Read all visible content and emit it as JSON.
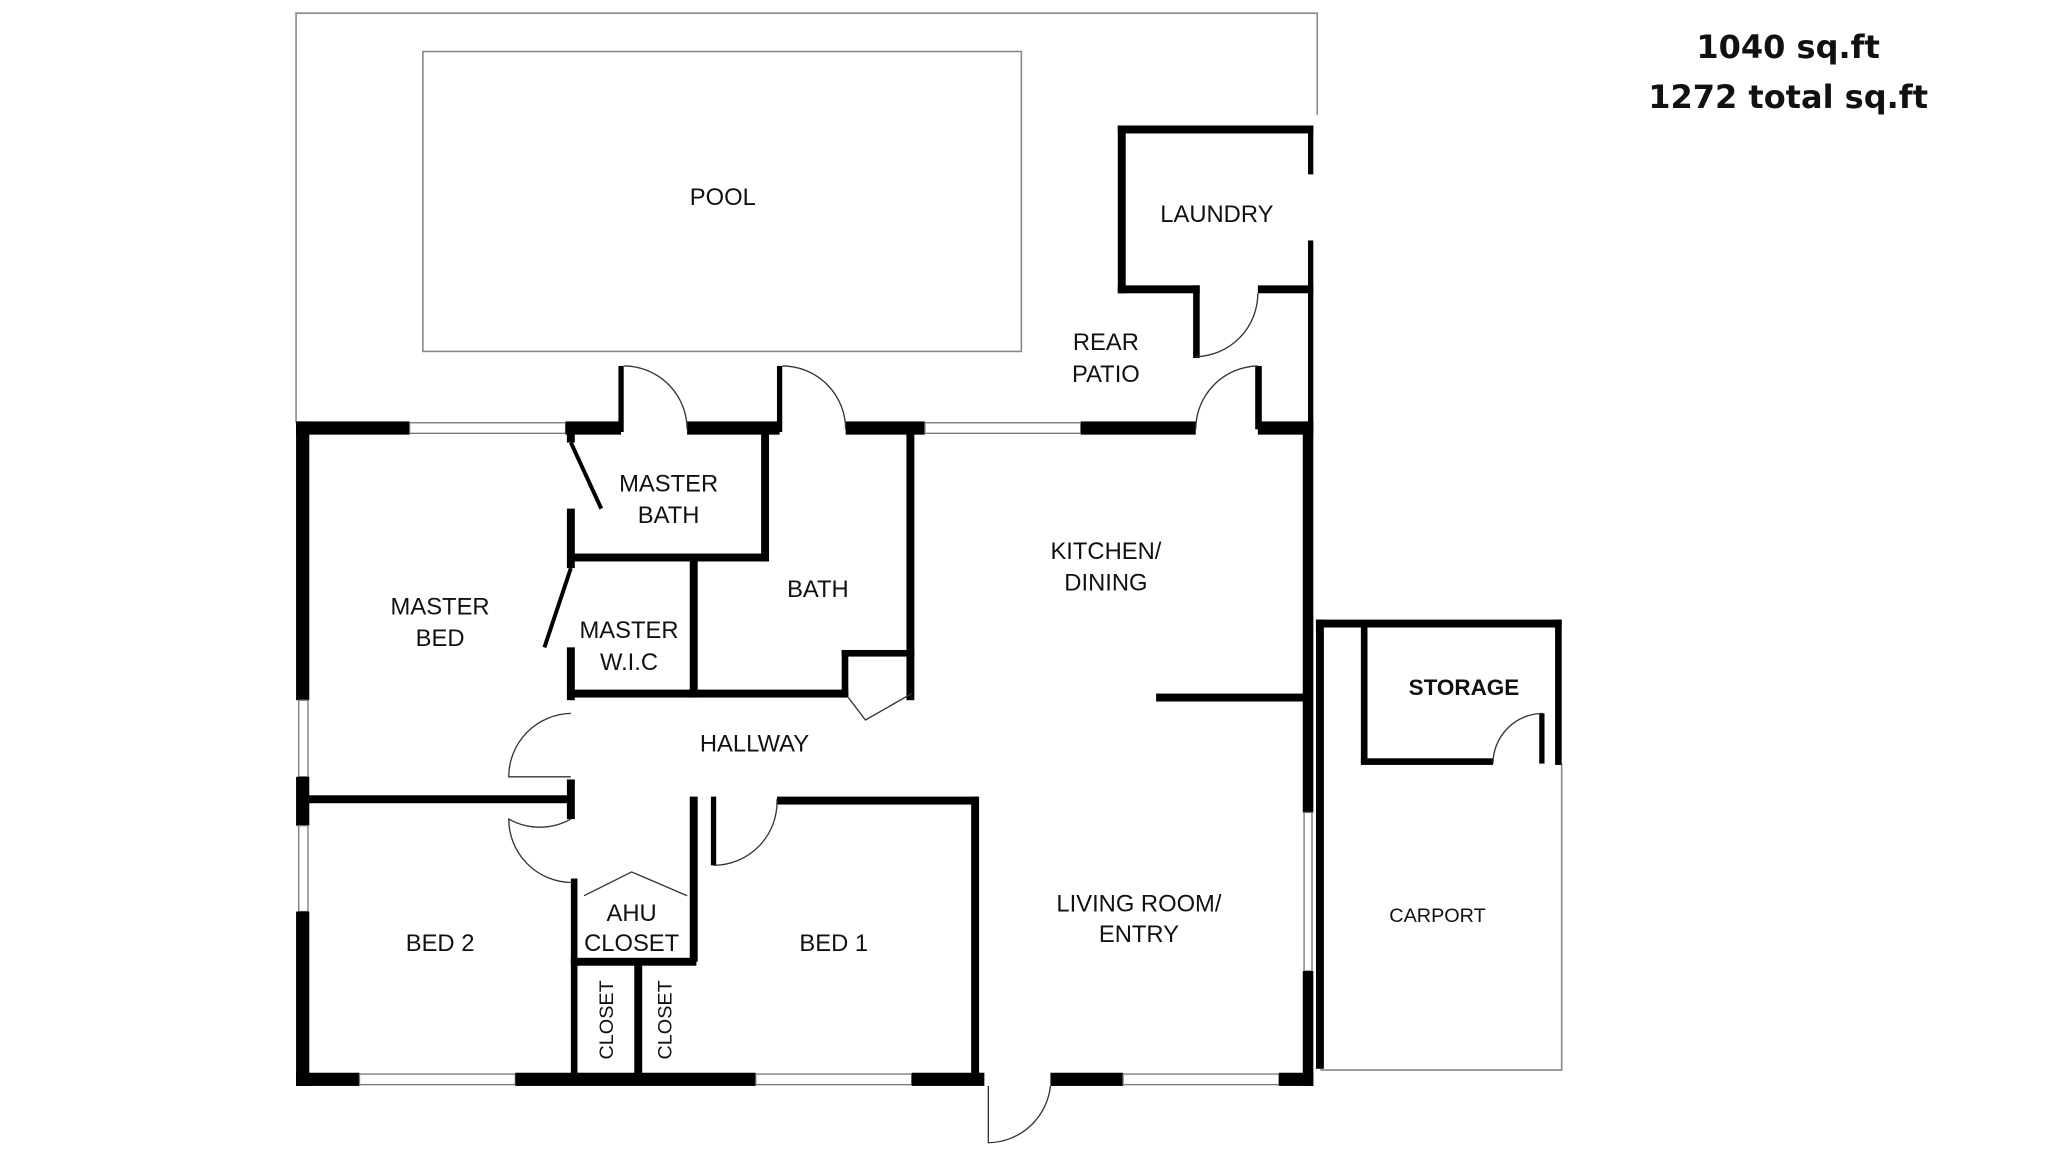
{
  "area": {
    "living": "1040 sq.ft",
    "total": "1272 total sq.ft"
  },
  "rooms": {
    "pool": "POOL",
    "laundry": "LAUNDRY",
    "rear_patio": [
      "REAR",
      "PATIO"
    ],
    "master_bath": [
      "MASTER",
      "BATH"
    ],
    "bath": "BATH",
    "master_bed": [
      "MASTER",
      "BED"
    ],
    "master_wic": [
      "MASTER",
      "W.I.C"
    ],
    "kitchen": [
      "KITCHEN/",
      "DINING"
    ],
    "hallway": "HALLWAY",
    "storage": "STORAGE",
    "bed2": "BED 2",
    "ahu_closet": [
      "AHU",
      "CLOSET"
    ],
    "bed1": "BED 1",
    "living": [
      "LIVING ROOM/",
      "ENTRY"
    ],
    "carport": "CARPORT",
    "closet_a": "CLOSET",
    "closet_b": "CLOSET"
  }
}
